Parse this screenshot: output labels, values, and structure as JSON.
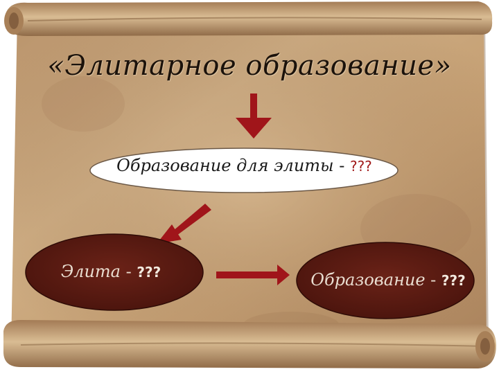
{
  "slide": {
    "title": "«Элитарное образование»",
    "nodes": {
      "top": {
        "text": "Образование для элиты",
        "separator": " - ",
        "question": "???"
      },
      "left": {
        "text": "Элита",
        "separator": " - ",
        "question": "???"
      },
      "right": {
        "text": "Образование",
        "separator": " - ",
        "question": "???"
      }
    }
  },
  "colors": {
    "parchment": "#c8a57a",
    "arrow": "#a0151a",
    "top_ellipse_fill": "#ffffff",
    "dark_ellipse_fill": "#5a1a12",
    "title_text": "#1b120b"
  },
  "icons": [
    "arrow-down-icon",
    "arrow-down-left-icon",
    "arrow-right-icon"
  ]
}
